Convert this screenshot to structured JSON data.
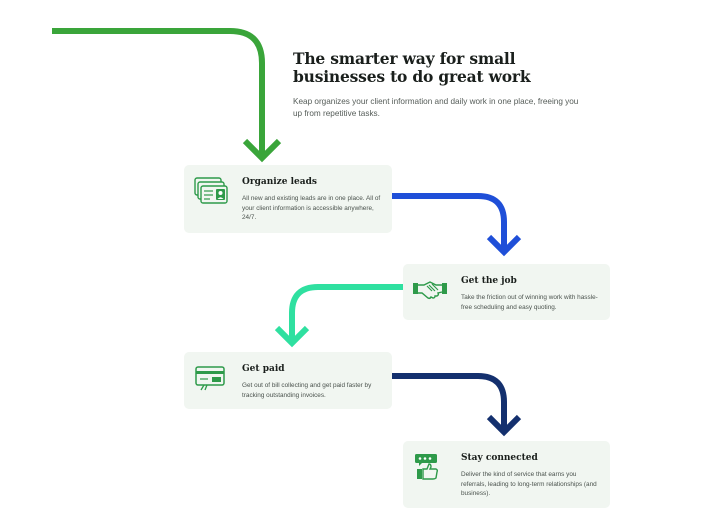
{
  "hero": {
    "title": "The smarter way for small businesses to do great work",
    "subtitle": "Keap organizes your client information and daily work in one place, freeing you up from repetitive tasks."
  },
  "steps": [
    {
      "title": "Organize leads",
      "description": "All new and existing leads are in one place. All of your client information is accessible anywhere, 24/7.",
      "icon": "contact-cards-icon"
    },
    {
      "title": "Get the job",
      "description": "Take the friction out of winning work with hassle-free scheduling and easy quoting.",
      "icon": "handshake-icon"
    },
    {
      "title": "Get paid",
      "description": "Get out of bill collecting and get paid faster by tracking outstanding invoices.",
      "icon": "credit-card-icon"
    },
    {
      "title": "Stay connected",
      "description": "Deliver the kind of service that earns you referrals, leading to long-term relationships (and business).",
      "icon": "thumbs-up-review-icon"
    }
  ],
  "colors": {
    "green_arrow": "#3aa53a",
    "blue_arrow": "#1f4fd8",
    "mint_arrow": "#2fe0a0",
    "navy_arrow": "#14306e",
    "card_background": "#f1f6f1",
    "icon_green": "#2e9a4a"
  }
}
